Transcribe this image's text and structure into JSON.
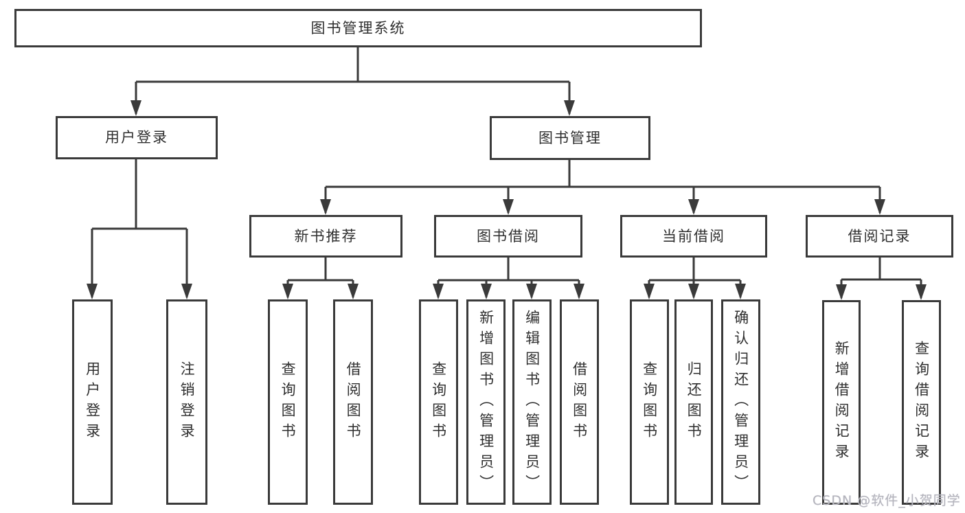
{
  "tree": {
    "root": {
      "label": "图书管理系统",
      "children": [
        {
          "label": "用户登录",
          "children": [
            {
              "label": "用户登录"
            },
            {
              "label": "注销登录"
            }
          ]
        },
        {
          "label": "图书管理",
          "children": [
            {
              "label": "新书推荐",
              "children": [
                {
                  "label": "查询图书"
                },
                {
                  "label": "借阅图书"
                }
              ]
            },
            {
              "label": "图书借阅",
              "children": [
                {
                  "label": "查询图书"
                },
                {
                  "label": "新增图书（管理员）"
                },
                {
                  "label": "编辑图书（管理员）"
                },
                {
                  "label": "借阅图书"
                }
              ]
            },
            {
              "label": "当前借阅",
              "children": [
                {
                  "label": "查询图书"
                },
                {
                  "label": "归还图书"
                },
                {
                  "label": "确认归还（管理员）"
                }
              ]
            },
            {
              "label": "借阅记录",
              "children": [
                {
                  "label": "新增借阅记录"
                },
                {
                  "label": "查询借阅记录"
                }
              ]
            }
          ]
        }
      ]
    }
  },
  "watermark": {
    "text": "CSDN @软件_小贺同学"
  },
  "colors": {
    "line": "#3a3a3a",
    "box_border": "#3a3a3a",
    "text": "#2f2f2f",
    "watermark": "#b5b5bd",
    "background": "#ffffff"
  }
}
